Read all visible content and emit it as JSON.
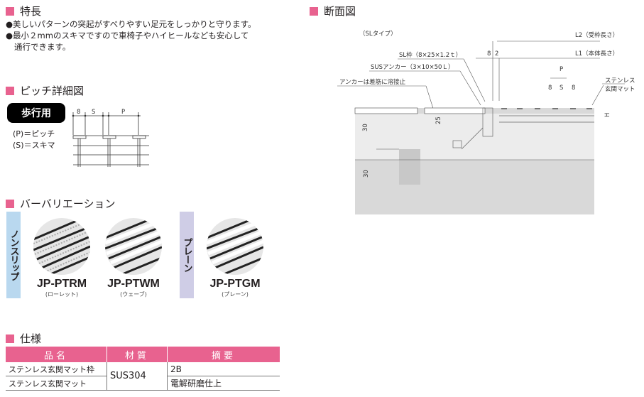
{
  "features": {
    "heading": "特長",
    "bullets": [
      "●美しいパターンの突起がすべりやすい足元をしっかりと守ります。",
      "●最小２mmのスキマですので車椅子やハイヒールなども安心して",
      "通行できます。"
    ]
  },
  "pitch": {
    "heading": "ピッチ詳細図",
    "badge": "歩行用",
    "legend": [
      "(P)＝ピッチ",
      "(S)＝スキマ"
    ],
    "dims": {
      "d8": "8",
      "s": "S",
      "p": "P"
    }
  },
  "variation": {
    "heading": "バーバリエーション",
    "groups": [
      {
        "label": "ノンスリップ",
        "color": "#b9d8ef"
      },
      {
        "label": "プレーン",
        "color": "#cfcde6"
      }
    ],
    "products": [
      {
        "code": "JP-PTRM",
        "sub": "(ローレット)"
      },
      {
        "code": "JP-PTWM",
        "sub": "(ウェーブ)"
      },
      {
        "code": "JP-PTGM",
        "sub": "(プレーン)"
      }
    ]
  },
  "spec": {
    "heading": "仕様",
    "headers": [
      "品名",
      "材質",
      "摘要"
    ],
    "rows": [
      {
        "name": "ステンレス玄関マット枠",
        "material": "SUS304",
        "note": "2B"
      },
      {
        "name": "ステンレス玄関マット",
        "material": "SUS304",
        "note": "電解研磨仕上"
      }
    ]
  },
  "section": {
    "heading": "断面図",
    "type_label": "（SLタイプ）",
    "labels": {
      "l2": "L2（受枠長さ）",
      "l1": "L1（本体長さ）",
      "sl_frame": "SL枠（8×25×1.2ｔ）",
      "anchor": "SUSアンカー（3×10×50Ｌ）",
      "weld": "アンカーは差筋に溶接止",
      "mat1": "ステンレス",
      "mat2": "玄関マット",
      "d8a": "8",
      "d2": "2",
      "p": "P",
      "d8b": "8",
      "s": "S",
      "d8c": "8",
      "h": "H",
      "d30a": "30",
      "d25": "25",
      "d30b": "30"
    }
  },
  "colors": {
    "accent": "#e8628f"
  }
}
